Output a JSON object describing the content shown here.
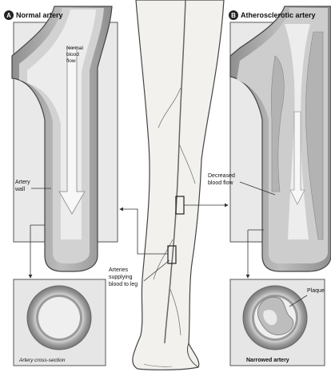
{
  "panel_a": {
    "badge": "A",
    "title": "Normal artery",
    "flow_label": [
      "Normal",
      "blood",
      "flow"
    ],
    "wall_label": [
      "Artery",
      "wall"
    ],
    "cross_section_label": "Artery cross-section"
  },
  "panel_b": {
    "badge": "B",
    "title": "Atherosclerotic artery",
    "flow_label": [
      "Decreased",
      "blood flow"
    ],
    "plaque_label": "Plaque",
    "cross_section_label": "Narrowed artery"
  },
  "center": {
    "arteries_label": [
      "Arteries",
      "supplying",
      "blood to leg"
    ]
  },
  "colors": {
    "panel_bg": "#e7e7e7",
    "vessel_outer": "#9c9c9c",
    "vessel_mid": "#cfcfcf",
    "lumen": "#ededed",
    "plaque": "#b8b8b8",
    "skin": "#f1efec",
    "line": "#333333"
  },
  "icons": [
    "flow-arrow-icon",
    "pointer-arrow-icon",
    "badge-circle-icon"
  ]
}
